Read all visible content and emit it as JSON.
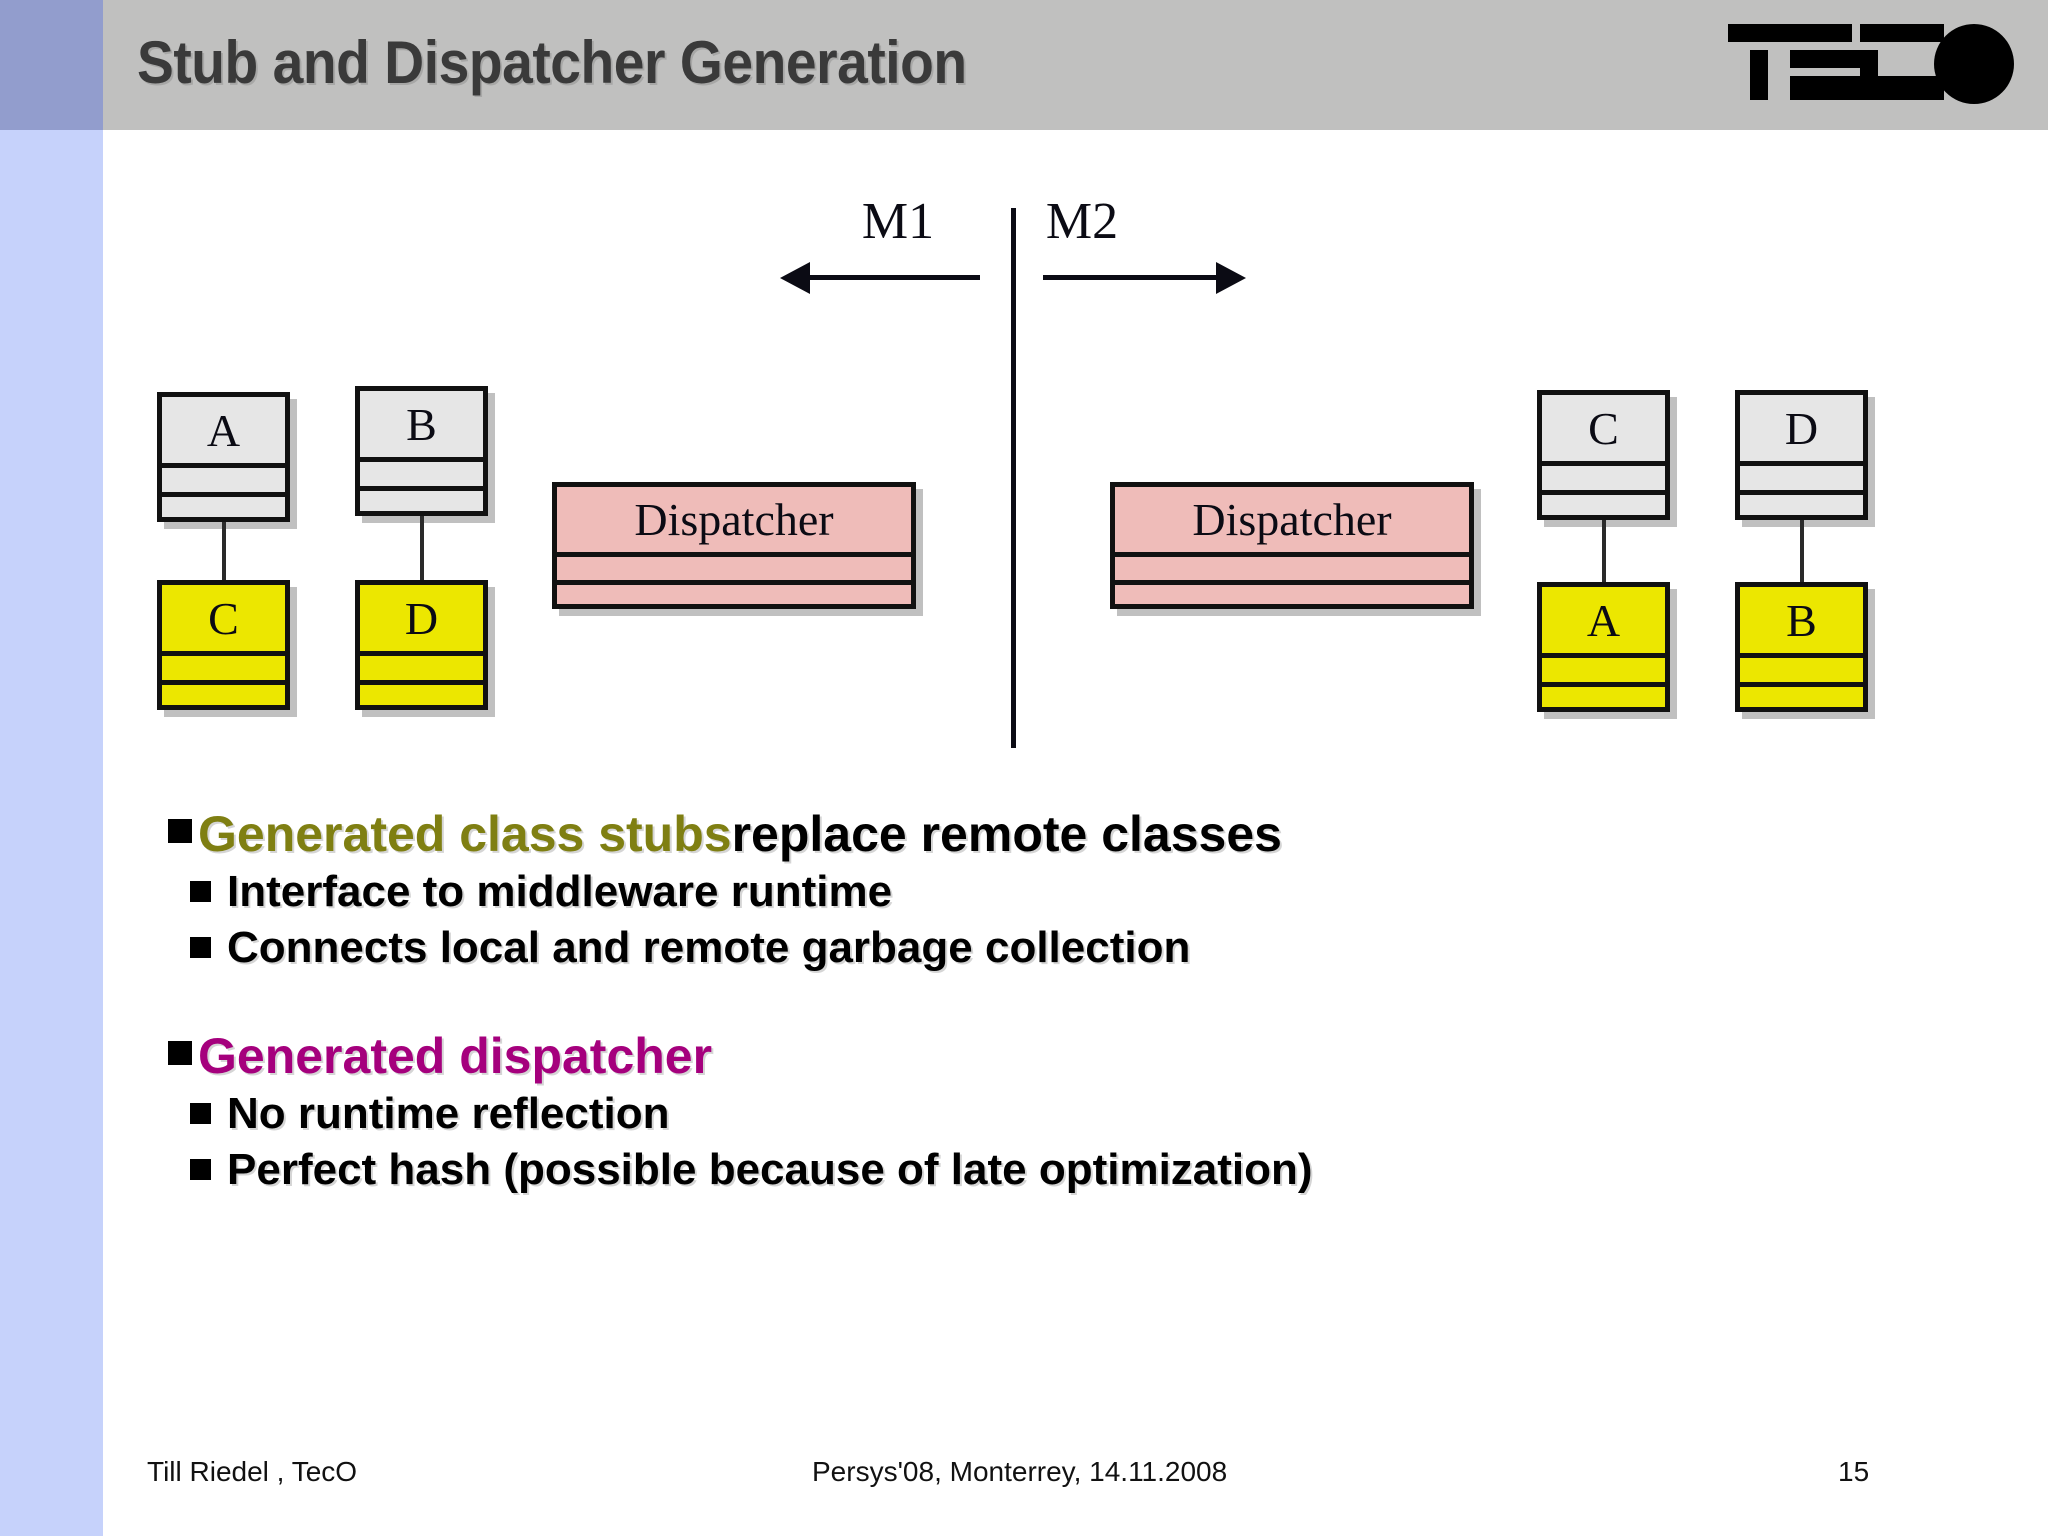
{
  "slide": {
    "title": "Stub and Dispatcher Generation",
    "logo_name": "teco-logo",
    "logo_text": "TECO"
  },
  "diagram": {
    "machine_left_label": "M1",
    "machine_right_label": "M2",
    "arrow_left": "arrow-left-icon",
    "arrow_right": "arrow-right-icon",
    "divider": "machine-boundary-line",
    "left_side": {
      "local_classes": [
        {
          "name": "A",
          "kind": "local"
        },
        {
          "name": "B",
          "kind": "local"
        }
      ],
      "stub_classes": [
        {
          "name": "C",
          "kind": "stub"
        },
        {
          "name": "D",
          "kind": "stub"
        }
      ],
      "dispatcher_label": "Dispatcher"
    },
    "right_side": {
      "local_classes": [
        {
          "name": "C",
          "kind": "local"
        },
        {
          "name": "D",
          "kind": "local"
        }
      ],
      "stub_classes": [
        {
          "name": "A",
          "kind": "stub"
        },
        {
          "name": "B",
          "kind": "stub"
        }
      ],
      "dispatcher_label": "Dispatcher"
    }
  },
  "bullets": [
    {
      "level": 1,
      "accent_text": "Generated class stubs",
      "accent_color": "#7f7f12",
      "rest_text": " replace remote classes"
    },
    {
      "level": 2,
      "text": "Interface to middleware runtime"
    },
    {
      "level": 2,
      "text": "Connects local and remote garbage collection"
    },
    {
      "level": 1,
      "accent_text": "Generated dispatcher",
      "accent_color": "#a5007d",
      "rest_text": ""
    },
    {
      "level": 2,
      "text": "No runtime reflection"
    },
    {
      "level": 2,
      "text": "Perfect hash (possible because of late optimization)"
    }
  ],
  "footer": {
    "author": "Till Riedel , TecO",
    "event": "Persys'08, Monterrey, 14.11.2008",
    "page_number": "15"
  },
  "colors": {
    "header_bg": "#c0c0bf",
    "header_accent": "#929dcd",
    "side_strip": "#c6d2fb",
    "class_gray": "#e6e6e6",
    "class_yellow": "#ece700",
    "dispatcher_pink": "#efbcb9",
    "title_text": "#3a3a3a"
  }
}
